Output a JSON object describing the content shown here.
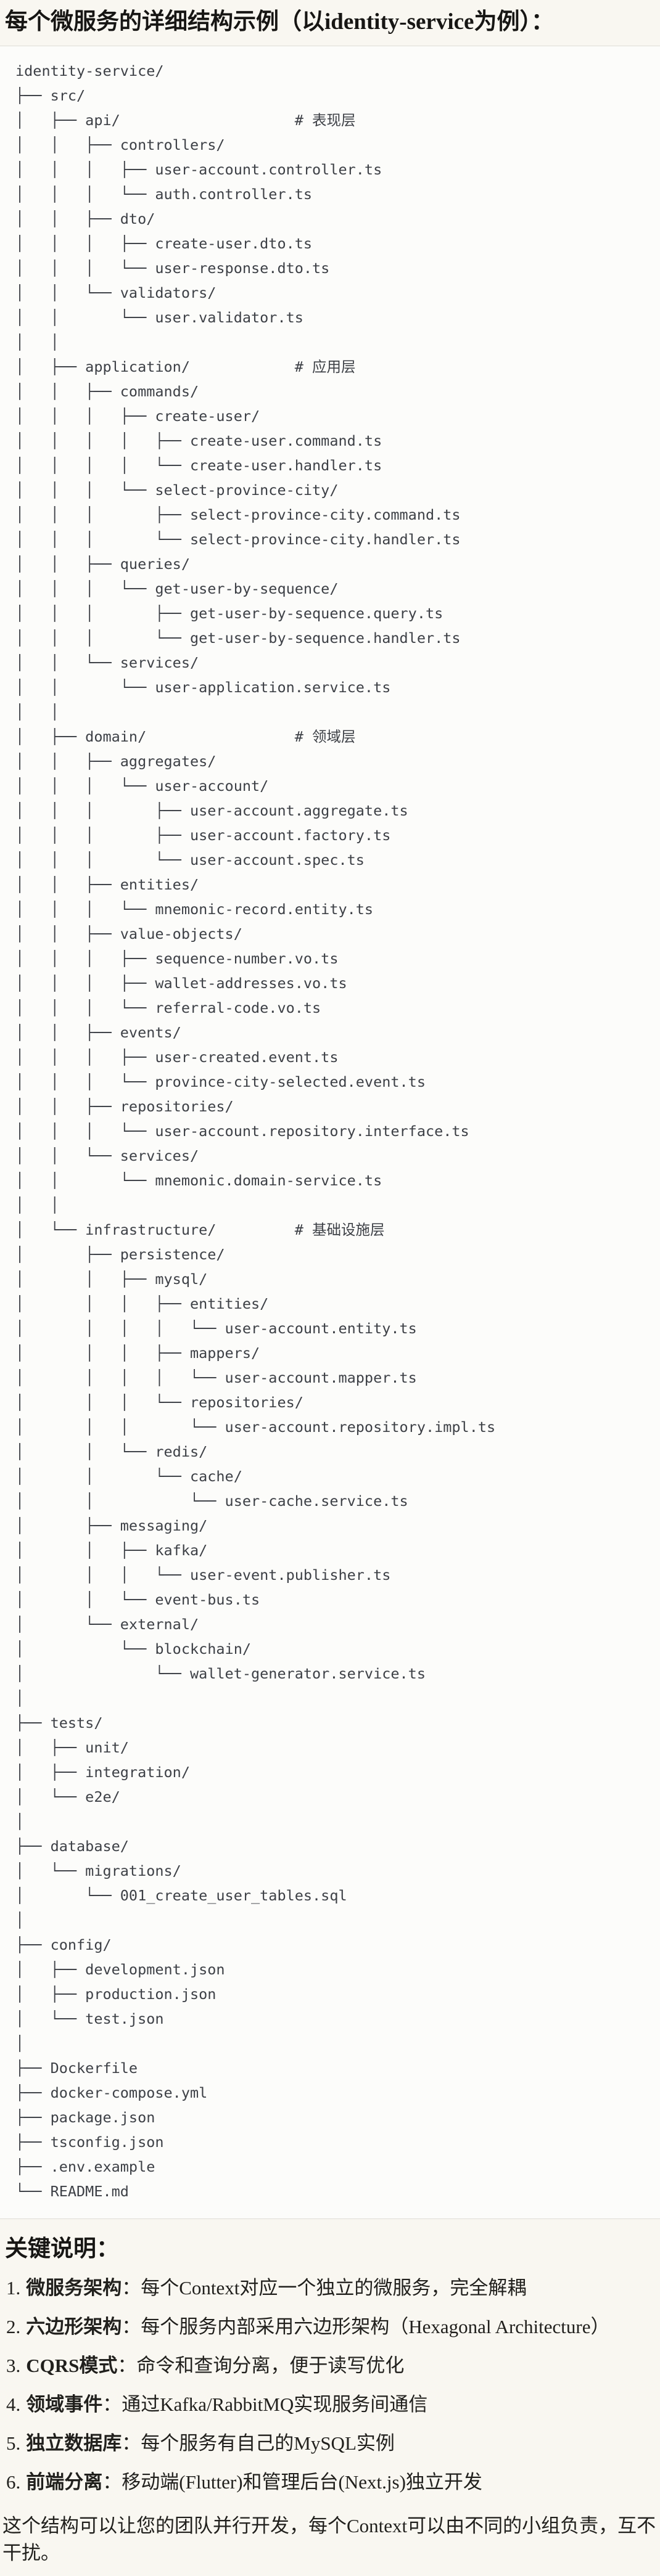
{
  "page": {
    "title": "每个微服务的详细结构示例（以identity-service为例）："
  },
  "tree": {
    "lines": [
      "identity-service/",
      "├── src/",
      "│   ├── api/                    # 表现层",
      "│   │   ├── controllers/",
      "│   │   │   ├── user-account.controller.ts",
      "│   │   │   └── auth.controller.ts",
      "│   │   ├── dto/",
      "│   │   │   ├── create-user.dto.ts",
      "│   │   │   └── user-response.dto.ts",
      "│   │   └── validators/",
      "│   │       └── user.validator.ts",
      "│   │",
      "│   ├── application/            # 应用层",
      "│   │   ├── commands/",
      "│   │   │   ├── create-user/",
      "│   │   │   │   ├── create-user.command.ts",
      "│   │   │   │   └── create-user.handler.ts",
      "│   │   │   └── select-province-city/",
      "│   │   │       ├── select-province-city.command.ts",
      "│   │   │       └── select-province-city.handler.ts",
      "│   │   ├── queries/",
      "│   │   │   └── get-user-by-sequence/",
      "│   │   │       ├── get-user-by-sequence.query.ts",
      "│   │   │       └── get-user-by-sequence.handler.ts",
      "│   │   └── services/",
      "│   │       └── user-application.service.ts",
      "│   │",
      "│   ├── domain/                 # 领域层",
      "│   │   ├── aggregates/",
      "│   │   │   └── user-account/",
      "│   │   │       ├── user-account.aggregate.ts",
      "│   │   │       ├── user-account.factory.ts",
      "│   │   │       └── user-account.spec.ts",
      "│   │   ├── entities/",
      "│   │   │   └── mnemonic-record.entity.ts",
      "│   │   ├── value-objects/",
      "│   │   │   ├── sequence-number.vo.ts",
      "│   │   │   ├── wallet-addresses.vo.ts",
      "│   │   │   └── referral-code.vo.ts",
      "│   │   ├── events/",
      "│   │   │   ├── user-created.event.ts",
      "│   │   │   └── province-city-selected.event.ts",
      "│   │   ├── repositories/",
      "│   │   │   └── user-account.repository.interface.ts",
      "│   │   └── services/",
      "│   │       └── mnemonic.domain-service.ts",
      "│   │",
      "│   └── infrastructure/         # 基础设施层",
      "│       ├── persistence/",
      "│       │   ├── mysql/",
      "│       │   │   ├── entities/",
      "│       │   │   │   └── user-account.entity.ts",
      "│       │   │   ├── mappers/",
      "│       │   │   │   └── user-account.mapper.ts",
      "│       │   │   └── repositories/",
      "│       │   │       └── user-account.repository.impl.ts",
      "│       │   └── redis/",
      "│       │       └── cache/",
      "│       │           └── user-cache.service.ts",
      "│       ├── messaging/",
      "│       │   ├── kafka/",
      "│       │   │   └── user-event.publisher.ts",
      "│       │   └── event-bus.ts",
      "│       └── external/",
      "│           └── blockchain/",
      "│               └── wallet-generator.service.ts",
      "│",
      "├── tests/",
      "│   ├── unit/",
      "│   ├── integration/",
      "│   └── e2e/",
      "│",
      "├── database/",
      "│   └── migrations/",
      "│       └── 001_create_user_tables.sql",
      "│",
      "├── config/",
      "│   ├── development.json",
      "│   ├── production.json",
      "│   └── test.json",
      "│",
      "├── Dockerfile",
      "├── docker-compose.yml",
      "├── package.json",
      "├── tsconfig.json",
      "├── .env.example",
      "└── README.md"
    ]
  },
  "notes": {
    "title": "关键说明：",
    "items": [
      {
        "num": "1.",
        "label": "微服务架构",
        "text": "：每个Context对应一个独立的微服务，完全解耦"
      },
      {
        "num": "2.",
        "label": "六边形架构",
        "text": "：每个服务内部采用六边形架构（Hexagonal Architecture）"
      },
      {
        "num": "3.",
        "label": "CQRS模式",
        "text": "：命令和查询分离，便于读写优化"
      },
      {
        "num": "4.",
        "label": "领域事件",
        "text": "：通过Kafka/RabbitMQ实现服务间通信"
      },
      {
        "num": "5.",
        "label": "独立数据库",
        "text": "：每个服务有自己的MySQL实例"
      },
      {
        "num": "6.",
        "label": "前端分离",
        "text": "：移动端(Flutter)和管理后台(Next.js)独立开发"
      }
    ],
    "closing": "这个结构可以让您的团队并行开发，每个Context可以由不同的小组负责，互不干扰。"
  },
  "colors": {
    "page_background": "#F9F7F1",
    "code_background": "#FCFCFA",
    "code_border": "#DFDDD6",
    "code_text": "#3D4046",
    "heading_text": "#171614",
    "body_text": "#21201D"
  }
}
